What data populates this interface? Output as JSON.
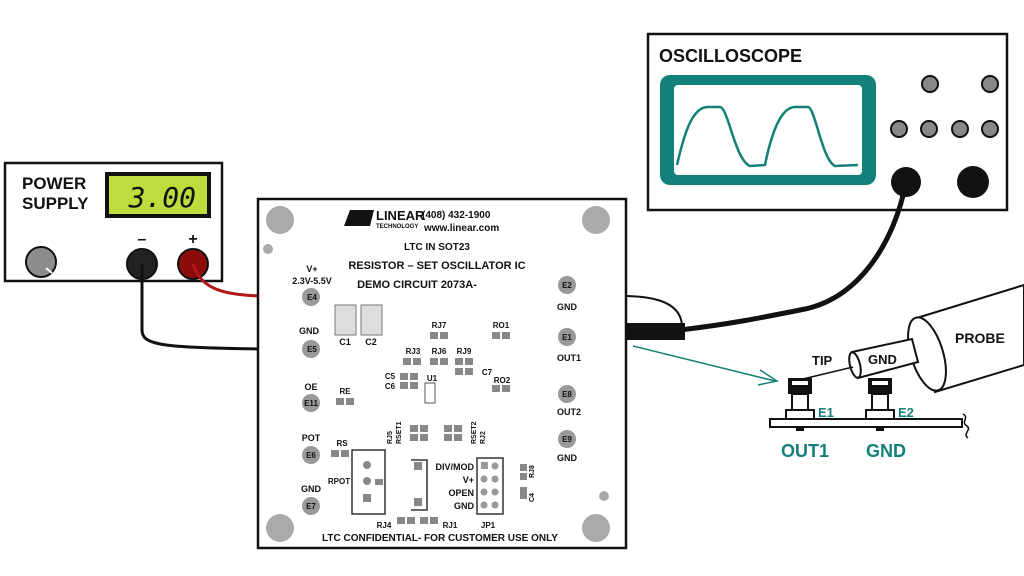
{
  "colors": {
    "teal": "#14807a",
    "lcd_green": "#bedc3c",
    "red_lead": "#b01818",
    "knob_gray": "#8c8c8c",
    "pad_gray": "#a8a8a8",
    "black": "#111111"
  },
  "power_supply": {
    "title_line1": "POWER",
    "title_line2": "SUPPLY",
    "display_value": "3.00",
    "minus_label": "–",
    "plus_label": "+"
  },
  "oscilloscope": {
    "title": "OSCILLOSCOPE",
    "waveform": "square-ish periodic (2 cycles shown)"
  },
  "board": {
    "logo_brand": "LINEAR",
    "logo_sub": "TECHNOLOGY",
    "phone": "(408) 432-1900",
    "website": "www.linear.com",
    "line1": "LTC IN SOT23",
    "line2": "RESISTOR – SET OSCILLATOR IC",
    "line3": "DEMO CIRCUIT 2073A-",
    "footer": "LTC CONFIDENTIAL- FOR CUSTOMER USE ONLY",
    "terminals": [
      {
        "id": "E4",
        "label": "V+",
        "sublabel": "2.3V-5.5V"
      },
      {
        "id": "E5",
        "label": "GND"
      },
      {
        "id": "E11",
        "label": "OE"
      },
      {
        "id": "E6",
        "label": "POT"
      },
      {
        "id": "E7",
        "label": "GND"
      },
      {
        "id": "E2",
        "label": "GND"
      },
      {
        "id": "E1",
        "label": "OUT1"
      },
      {
        "id": "E8",
        "label": "OUT2"
      },
      {
        "id": "E9",
        "label": "GND"
      }
    ],
    "components": {
      "c1": "C1",
      "c2": "C2",
      "rj7": "RJ7",
      "ro1": "RO1",
      "rj3": "RJ3",
      "rj6": "RJ6",
      "rj9": "RJ9",
      "c5": "C5",
      "c6": "C6",
      "u1": "U1",
      "c7": "C7",
      "ro2": "RO2",
      "re": "RE",
      "rs": "RS",
      "rpot": "RPOT",
      "rj5": "RJ5",
      "rset1": "RSET1",
      "rset2": "RSET2",
      "rj2": "RJ2",
      "rj8": "RJ8",
      "c4": "C4",
      "rj4": "RJ4",
      "rj1": "RJ1",
      "jp1": "JP1"
    },
    "jumper_labels": [
      "DIV/MOD",
      "V+",
      "OPEN",
      "GND"
    ]
  },
  "probe_detail": {
    "probe_label": "PROBE",
    "gnd_sleeve_label": "GND",
    "tip_label": "TIP",
    "e1_label": "E1",
    "e2_label": "E2",
    "out1_label": "OUT1",
    "gnd_label": "GND"
  }
}
